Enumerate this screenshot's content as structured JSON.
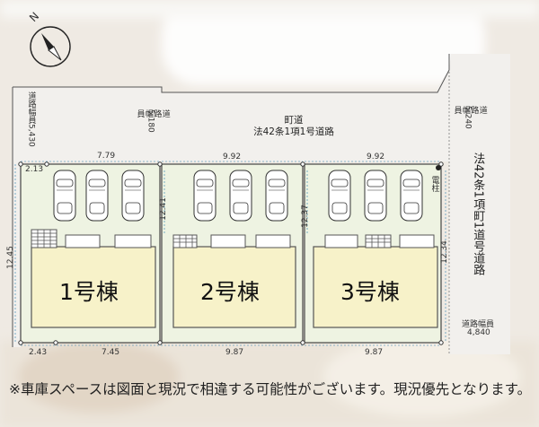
{
  "site_plan": {
    "buildings": [
      {
        "label": "1号棟"
      },
      {
        "label": "2号棟"
      },
      {
        "label": "3号棟"
      }
    ],
    "top_road": {
      "line1": "町道",
      "line2": "法42条1項1号道路"
    },
    "right_road_label": "法42条1項町1道号道路",
    "right_road_width_label": "道路幅員",
    "right_road_width_value": "4,840",
    "right_road_width_top_label": "道路幅員",
    "right_road_width_top_value": "5,240",
    "left_road_width_label": "道路幅員5,430",
    "mid_road_width_label": "道路幅員",
    "mid_road_width_value": "5,180",
    "pole_label": "電柱",
    "dimensions": {
      "top_left_small": "2.13",
      "top_lot1": "7.79",
      "top_lot2": "9.92",
      "top_lot3": "9.92",
      "left_depth": "12.45",
      "lot2_depth": "12.41",
      "lot3_depth": "12.37",
      "right_depth": "12.34",
      "bottom_left_small": "2.43",
      "bottom_lot1": "7.45",
      "bottom_lot2": "9.87",
      "bottom_lot3": "9.87"
    },
    "note": "※車庫スペースは図面と現況で相違する可能性がございます。現況優先となります。"
  },
  "colors": {
    "lot_fill": "#eef3e2",
    "building_fill": "#f7f2c9",
    "road_fill": "#f2f0ed",
    "line": "#555555",
    "dim_line": "#2a7fb0"
  }
}
